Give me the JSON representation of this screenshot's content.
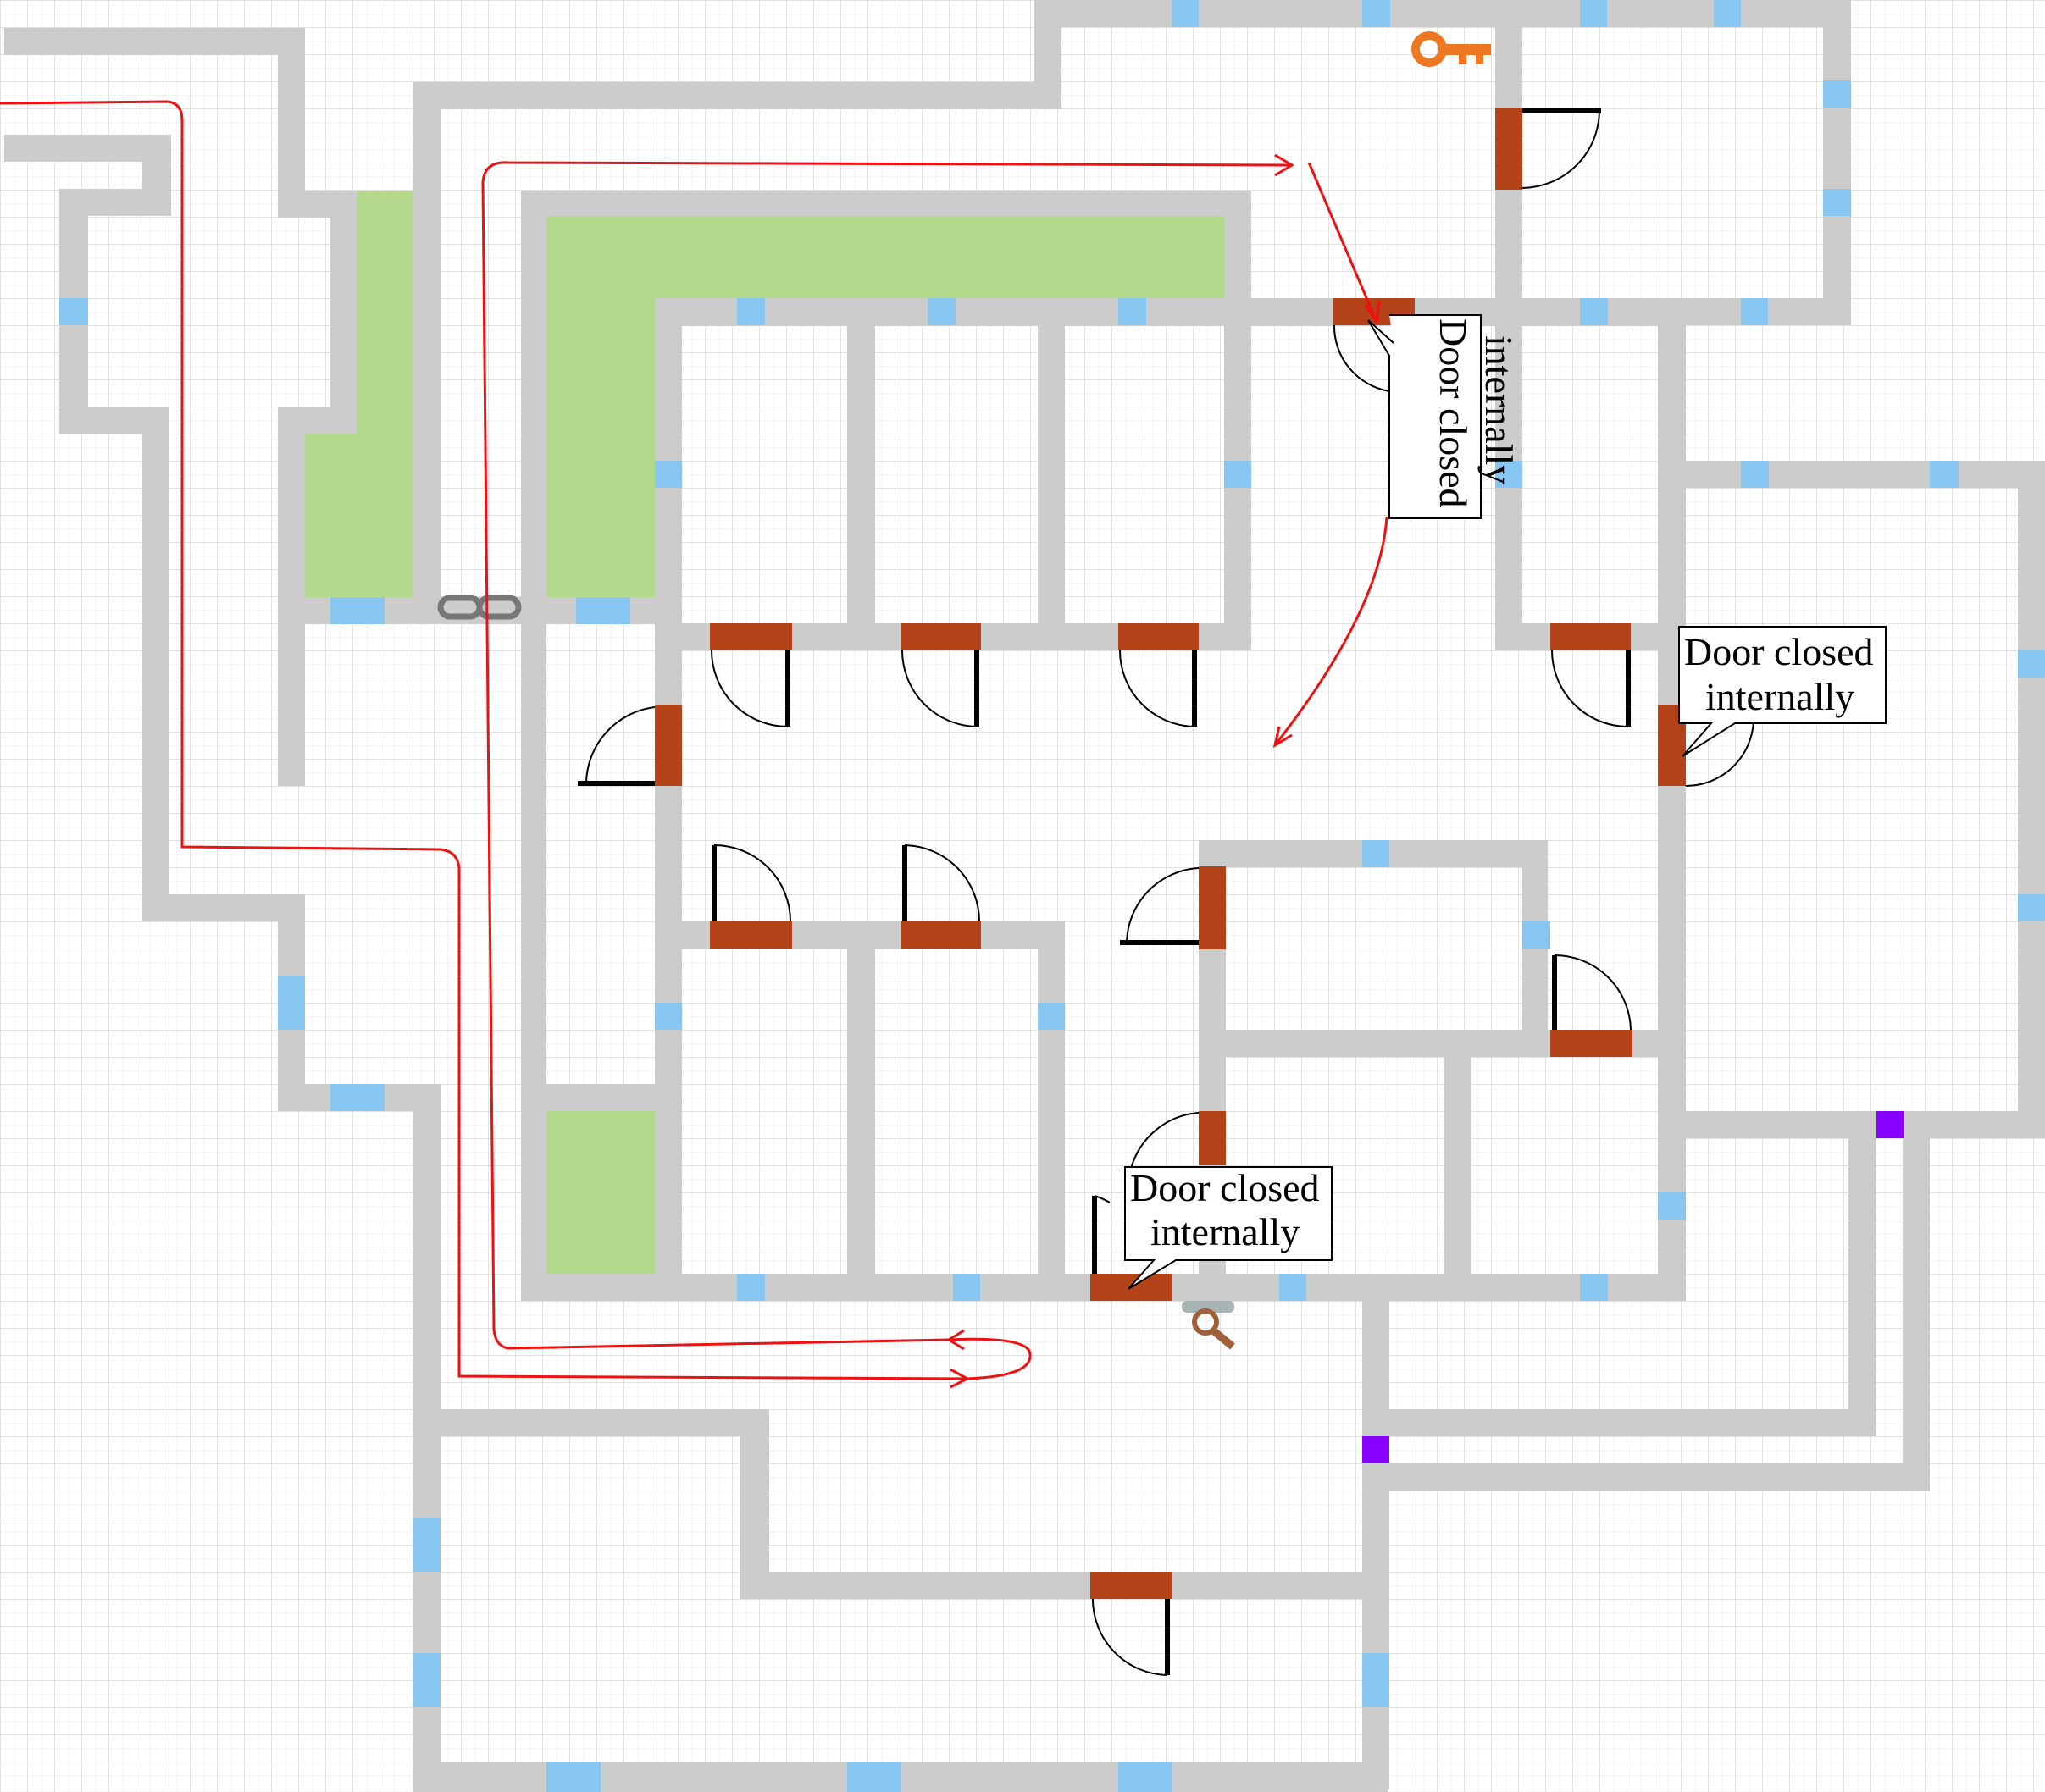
{
  "map": {
    "colors": {
      "background": "#ffffff",
      "grid_line": "#c8c8c8",
      "wall": "#cccccc",
      "window": "#87c6f0",
      "grass": "#b4d88c",
      "door": "#b5431a",
      "door_leaf": "#000000",
      "route_arrow": "#ee1111",
      "key": "#ee7722",
      "portal": "#8800ff"
    },
    "icons": [
      "key-icon",
      "chain-link-icon",
      "magnifier-icon",
      "portal-marker-icon"
    ],
    "callouts": [
      {
        "line1": "Door closed",
        "line2": "internally"
      },
      {
        "line1": "Door closed",
        "line2": "internally"
      },
      {
        "line1": "Door closed",
        "line2": "internally"
      }
    ]
  }
}
